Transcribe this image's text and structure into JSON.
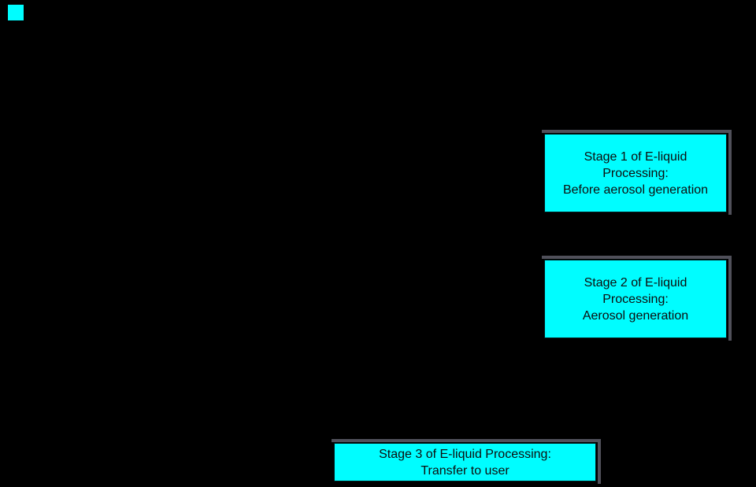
{
  "colors": {
    "bg": "#000000",
    "node-fill": "#00fdff",
    "node-shadow": "#50505a",
    "node-text": "#0e0e0e"
  },
  "diagram": {
    "nodes": [
      {
        "id": "stage-1",
        "lines": [
          "Stage 1 of E-liquid",
          "Processing:",
          "Before aerosol generation"
        ]
      },
      {
        "id": "stage-2",
        "lines": [
          "Stage 2 of E-liquid",
          "Processing:",
          "Aerosol generation"
        ]
      },
      {
        "id": "stage-3",
        "lines": [
          "Stage 3 of E-liquid Processing:",
          "Transfer to user"
        ]
      }
    ]
  }
}
